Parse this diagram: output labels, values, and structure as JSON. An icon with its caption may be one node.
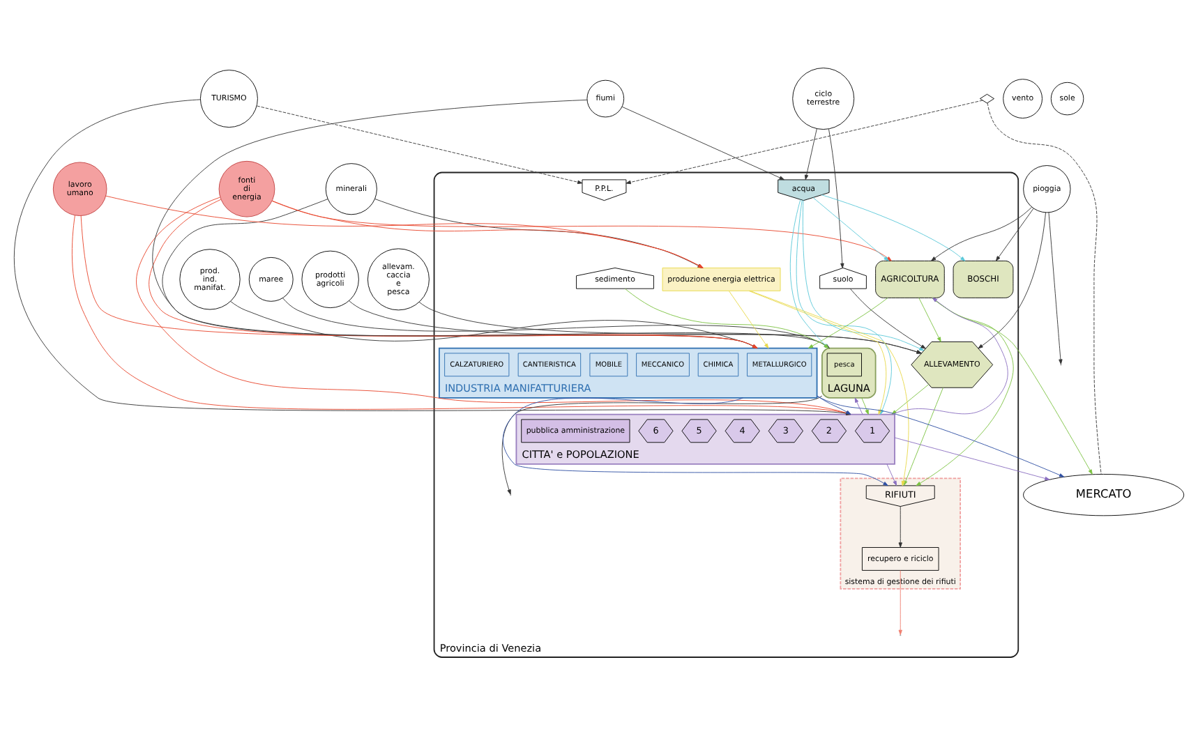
{
  "diagram": {
    "nodes": [
      {
        "text": [
          "prodotti agricoli"
        ]
      },
      {
        "text": [
          "allevam. caccia e pesca"
        ]
      },
      {
        "text": [
          "prod. ind. manifat."
        ]
      },
      {
        "text": [
          "minerali"
        ]
      },
      {
        "text": [
          "lavoro umano"
        ]
      },
      {
        "text": [
          "fonti di energia"
        ]
      },
      {
        "text": [
          "fiumi"
        ]
      },
      {
        "text": [
          "ciclo terrestre"
        ]
      },
      {
        "text": [
          "TURISMO"
        ]
      },
      {
        "text": [
          "maree"
        ]
      },
      {
        "text": [
          "pioggia"
        ]
      },
      {
        "text": [
          "vento"
        ]
      },
      {
        "text": [
          "sole"
        ]
      },
      {
        "text": [
          "MERCATO"
        ]
      },
      {
        "text": [
          "Provincia di Venezia"
        ]
      },
      {
        "text": [
          "acqua"
        ],
        "in": 14
      },
      {
        "text": [
          "LAGUNA"
        ],
        "in": 14
      },
      {
        "text": [
          "sedimento"
        ],
        "in": 14
      },
      {
        "text": [
          "pesca"
        ],
        "in": 16
      },
      {
        "text": [
          "BOSCHI"
        ],
        "in": 14
      },
      {
        "text": [
          "AGRICOLTURA"
        ],
        "in": 14
      },
      {
        "text": [
          "suolo"
        ],
        "in": 14
      },
      {
        "text": [
          "ALLEVAMENTO"
        ],
        "in": 14
      },
      {
        "text": [
          "produzione energia elettrica"
        ],
        "in": 14
      },
      {
        "text": [
          "INDUSTRIA MANIFATTURIERA"
        ],
        "in": 14
      },
      {
        "text": [
          "METALLURGICO"
        ],
        "in": 24
      },
      {
        "text": [
          "CHIMICA"
        ],
        "in": 24
      },
      {
        "text": [
          "MECCANICO"
        ],
        "in": 24
      },
      {
        "text": [
          "MOBILE"
        ],
        "in": 24
      },
      {
        "text": [
          "CANTIERISTICA"
        ],
        "in": 24
      },
      {
        "text": [
          "CALZATURIERO"
        ],
        "in": 24
      },
      {
        "text": [
          "CITTA' e POPOLAZIONE"
        ],
        "in": 14
      },
      {
        "text": [
          "1"
        ],
        "in": 31
      },
      {
        "text": [
          "2"
        ],
        "in": 31
      },
      {
        "text": [
          "3"
        ],
        "in": 31
      },
      {
        "text": [
          "4"
        ],
        "in": 31
      },
      {
        "text": [
          "5"
        ],
        "in": 31
      },
      {
        "text": [
          "6"
        ],
        "in": 31
      },
      {
        "text": [
          "pubblica amministrazione"
        ],
        "in": 31
      },
      {
        "text": [
          "P.P.L."
        ],
        "in": 14
      },
      {
        "text": [],
        "shape": "diamond"
      },
      {
        "text": [
          "sistema di gestione dei rifiuti"
        ],
        "in": 14
      },
      {
        "text": [
          "RIFIUTI"
        ],
        "in": 41
      },
      {
        "text": [
          "recupero e riciclo"
        ],
        "in": 41
      }
    ],
    "edges": [
      {
        "from": 6,
        "to": 16,
        "arrow": "to"
      },
      {
        "from": 6,
        "to": 15,
        "arrow": "to"
      },
      {
        "from": 7,
        "to": 15,
        "arrow": "to"
      },
      {
        "from": 7,
        "to": 21,
        "arrow": "to"
      },
      {
        "from": 9,
        "to": 16,
        "arrow": "to"
      },
      {
        "from": 16,
        "to": null,
        "arrow": "to"
      },
      {
        "from": 10,
        "to": 19,
        "arrow": "to"
      },
      {
        "from": 10,
        "to": 20,
        "arrow": "to"
      },
      {
        "from": 10,
        "to": 22,
        "arrow": "to"
      },
      {
        "from": 10,
        "to": null,
        "arrow": "to"
      },
      {
        "from": 0,
        "to": 22,
        "arrow": "to"
      },
      {
        "from": 1,
        "to": 22,
        "arrow": "to"
      },
      {
        "from": 2,
        "to": 24,
        "arrow": "to"
      },
      {
        "from": 3,
        "to": 24,
        "arrow": "to"
      },
      {
        "from": 3,
        "to": 23,
        "arrow": "to"
      },
      {
        "from": 21,
        "to": 22,
        "arrow": "to"
      },
      {
        "from": 4,
        "to": 23,
        "arrow": "to",
        "color": "#e8452c"
      },
      {
        "from": 4,
        "to": 24,
        "arrow": "to",
        "color": "#e8452c"
      },
      {
        "from": 4,
        "to": 31,
        "arrow": "to",
        "color": "#e8452c"
      },
      {
        "from": 5,
        "to": 23,
        "arrow": "to",
        "color": "#e8452c"
      },
      {
        "from": 5,
        "to": 24,
        "arrow": "to",
        "color": "#e8452c"
      },
      {
        "from": 5,
        "to": 31,
        "arrow": "to",
        "color": "#e8452c"
      },
      {
        "from": 5,
        "to": 20,
        "arrow": "to",
        "color": "#e8452c"
      },
      {
        "from": 15,
        "to": 16,
        "arrow": "to",
        "color": "#5bc8d8"
      },
      {
        "from": 15,
        "to": 19,
        "arrow": "to",
        "color": "#5bc8d8"
      },
      {
        "from": 15,
        "to": 20,
        "arrow": "to",
        "color": "#5bc8d8"
      },
      {
        "from": 15,
        "to": 22,
        "arrow": "to",
        "color": "#5bc8d8"
      },
      {
        "from": 15,
        "to": 31,
        "arrow": "to",
        "color": "#5bc8d8"
      },
      {
        "from": 17,
        "to": 16,
        "arrow": "to",
        "color": "#7cc242"
      },
      {
        "from": 23,
        "to": 31,
        "arrow": "to",
        "color": "#e8d84a"
      },
      {
        "from": 23,
        "to": 24,
        "arrow": "to",
        "color": "#e8d84a"
      },
      {
        "from": 23,
        "to": 42,
        "arrow": "to",
        "color": "#e8d84a"
      },
      {
        "from": 16,
        "to": 31,
        "arrow": "to",
        "color": "#7cc242"
      },
      {
        "from": 20,
        "to": 22,
        "arrow": "to",
        "color": "#7cc242"
      },
      {
        "from": 20,
        "to": 24,
        "arrow": "to",
        "color": "#7cc242"
      },
      {
        "from": 20,
        "to": 13,
        "arrow": "to",
        "color": "#7cc242"
      },
      {
        "from": 20,
        "to": 42,
        "arrow": "to",
        "color": "#7cc242"
      },
      {
        "from": 22,
        "to": 31,
        "arrow": "to",
        "color": "#7cc242"
      },
      {
        "from": 22,
        "to": 42,
        "arrow": "to",
        "color": "#7cc242"
      },
      {
        "from": 24,
        "to": 31,
        "arrow": "to",
        "color": "#2e4fa3"
      },
      {
        "from": 24,
        "to": 13,
        "arrow": "to",
        "color": "#2e4fa3"
      },
      {
        "from": 24,
        "to": 42,
        "arrow": "to",
        "color": "#2e4fa3"
      },
      {
        "from": 31,
        "to": 13,
        "arrow": "to",
        "color": "#8a6fc0"
      },
      {
        "from": 31,
        "to": 42,
        "arrow": "to",
        "color": "#8a6fc0"
      },
      {
        "from": 31,
        "to": 16,
        "arrow": "to",
        "color": "#8a6fc0"
      },
      {
        "from": 31,
        "to": 20,
        "arrow": "to",
        "color": "#8a6fc0"
      },
      {
        "from": 8,
        "to": 31,
        "arrow": "to"
      },
      {
        "from": 8,
        "to": 39,
        "arrow": "to",
        "style": "dashed"
      },
      {
        "from": 40,
        "to": 39,
        "arrow": "to",
        "style": "dashed"
      },
      {
        "from": 40,
        "to": 13,
        "arrow": "none",
        "style": "dashed"
      },
      {
        "from": 42,
        "to": 43,
        "arrow": "to"
      },
      {
        "from": 43,
        "to": null,
        "arrow": "to",
        "color": "#f08070"
      }
    ]
  }
}
